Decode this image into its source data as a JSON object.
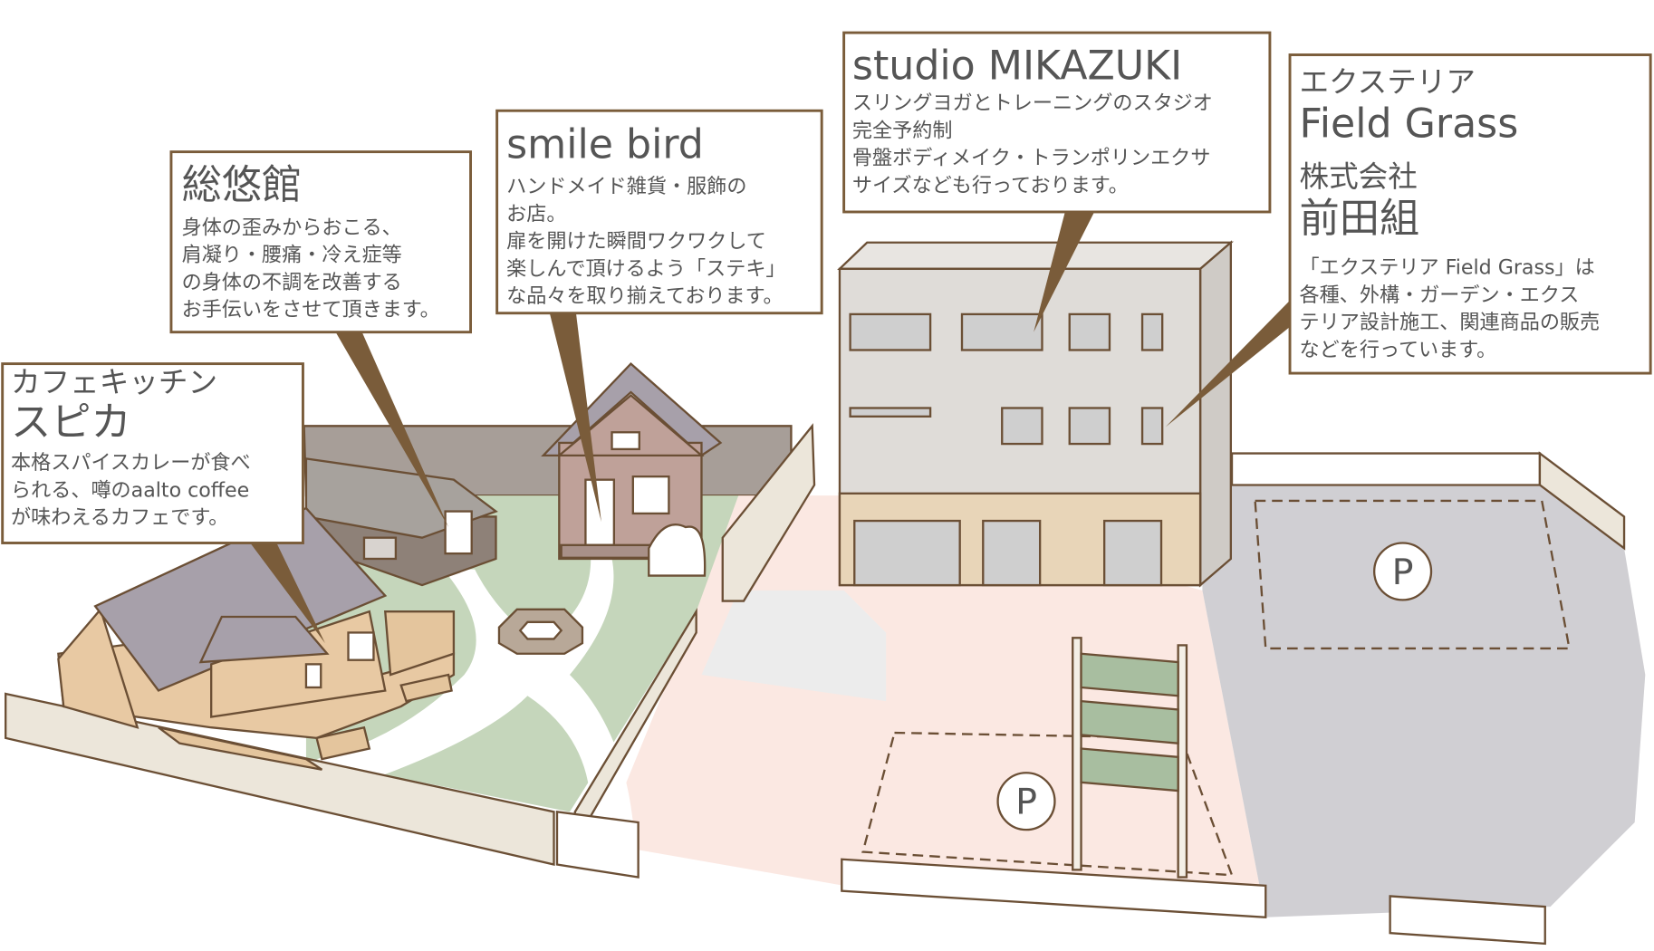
{
  "callouts": {
    "sokan": {
      "title": "総悠館",
      "lines": [
        "身体の歪みからおこる、",
        "肩凝り・腰痛・冷え症等",
        "の身体の不調を改善する",
        "お手伝いをさせて頂きます。"
      ]
    },
    "smilebird": {
      "title": "smile bird",
      "lines": [
        "ハンドメイド雑貨・服飾の",
        "お店。",
        "扉を開けた瞬間ワクワクして",
        "楽しんで頂けるよう「ステキ」",
        "な品々を取り揃えております。"
      ]
    },
    "mikazuki": {
      "title": "studio MIKAZUKI",
      "lines": [
        "スリングヨガとトレーニングのスタジオ",
        "完全予約制",
        "骨盤ボディメイク・トランポリンエクサ",
        "サイズなども行っております。"
      ]
    },
    "fieldgrass": {
      "subtitle": "エクステリア",
      "title": "Field Grass",
      "company_prefix": "株式会社",
      "company": "前田組",
      "lines": [
        "「エクステリア Field Grass」は",
        "各種、外構・ガーデン・エクス",
        "テリア設計施工、関連商品の販売",
        "などを行っています。"
      ]
    },
    "spica": {
      "subtitle": "カフェキッチン",
      "title": "スピカ",
      "lines": [
        "本格スパイスカレーが食べ",
        "られる、噂のaalto coffee",
        "が味わえるカフェです。"
      ]
    }
  },
  "parking": {
    "label": "P"
  },
  "colors": {
    "outline": "#7a5c3a",
    "lawn": "#c5d6bb",
    "plaza": "#fbe8e2",
    "parking_lot": "#d0cfd3",
    "building": "#dfdcd8"
  }
}
